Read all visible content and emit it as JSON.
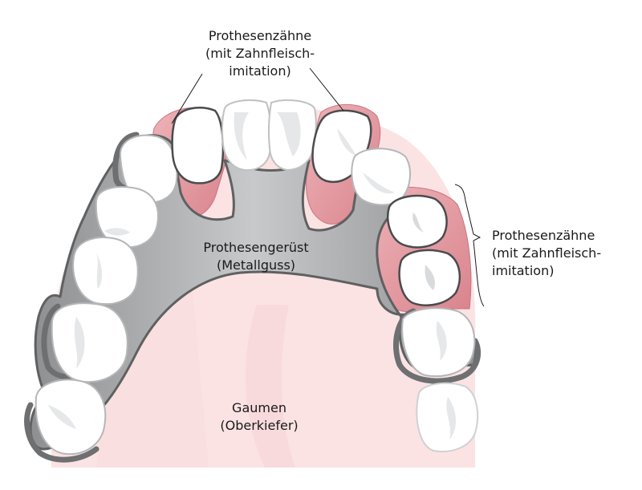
{
  "title": "Modellgussprothese (Oberkiefer)",
  "labels": {
    "top_teeth": {
      "line1": "Prothesenzähne",
      "line2": "(mit Zahnfleisch-",
      "line3": "imitation)"
    },
    "right_teeth": {
      "line1": "Prothesenzähne",
      "line2": "(mit Zahnfleisch-",
      "line3": "imitation)"
    },
    "framework": {
      "line1": "Prothesengerüst",
      "line2": "(Metallguss)"
    },
    "palate": {
      "line1": "Gaumen",
      "line2": "(Oberkiefer)"
    }
  },
  "colors": {
    "palate": "#fbe3e3",
    "palate_mid": "#f6d4d6",
    "gum_imitation": "#e8a4ab",
    "gum_dark": "#d9848d",
    "metal": "#9a9b9d",
    "metal_light": "#c4c5c7",
    "metal_outline": "#5f6062",
    "tooth": "#ffffff",
    "tooth_shade": "#e6e7e9",
    "tooth_outline": "#4a4b4d",
    "text": "#1a1a1a"
  }
}
